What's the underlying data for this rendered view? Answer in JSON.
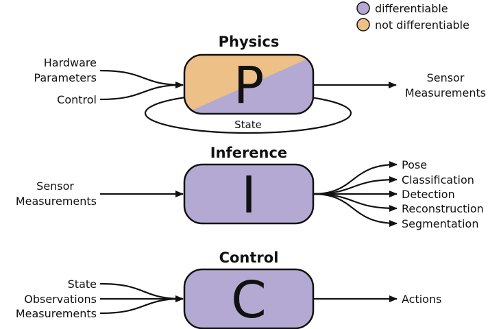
{
  "legend": {
    "differentiable": {
      "label": "differentiable",
      "color": "#b3a9d2"
    },
    "not_differentiable": {
      "label": "not differentiable",
      "color": "#ecc087"
    }
  },
  "physics": {
    "title": "Physics",
    "letter": "P",
    "inputs": [
      "Hardware",
      "Parameters",
      "Control"
    ],
    "outputs": [
      "Sensor",
      "Measurements"
    ],
    "loop_label": "State"
  },
  "inference": {
    "title": "Inference",
    "letter": "I",
    "inputs": [
      "Sensor",
      "Measurements"
    ],
    "outputs": [
      "Pose",
      "Classification",
      "Detection",
      "Reconstruction",
      "Segmentation"
    ]
  },
  "control": {
    "title": "Control",
    "letter": "C",
    "inputs": [
      "State",
      "Observations",
      "Measurements"
    ],
    "outputs": [
      "Actions"
    ]
  }
}
